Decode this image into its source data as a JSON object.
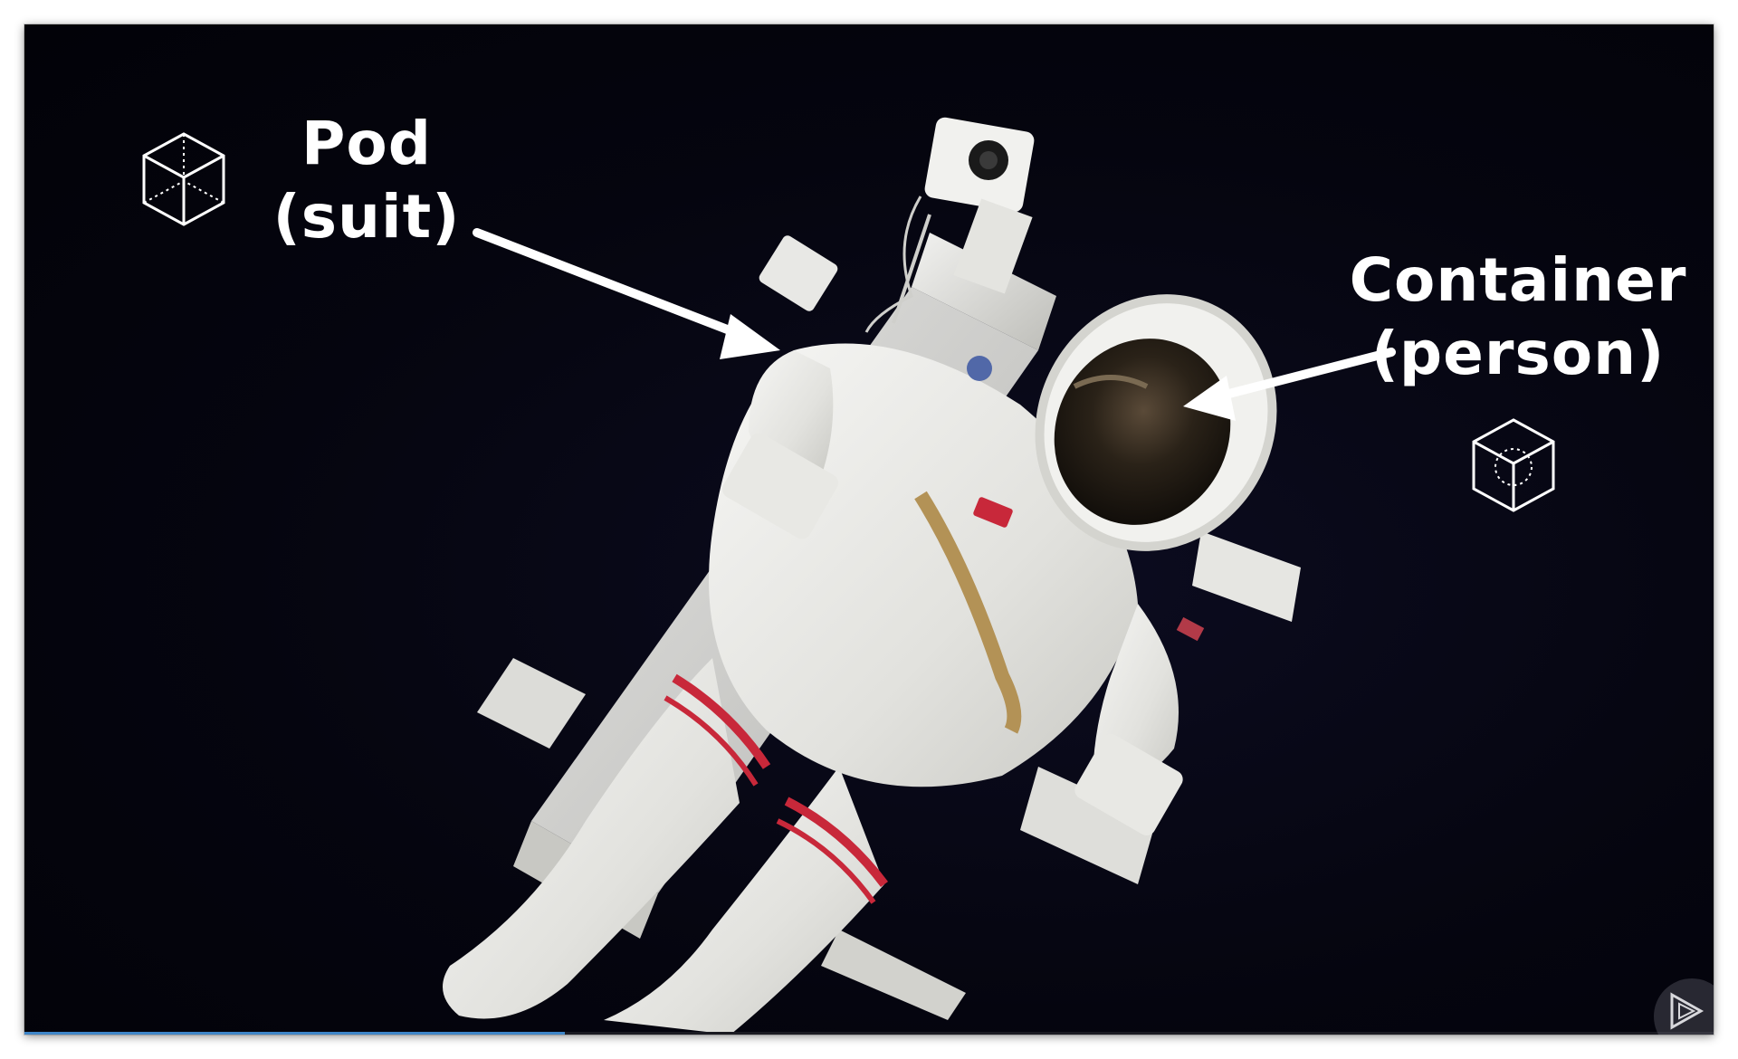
{
  "slide": {
    "pod_label": {
      "line1": "Pod",
      "line2": "(suit)"
    },
    "container_label": {
      "line1": "Container",
      "line2": "(person)"
    },
    "icons": {
      "pod": "pod-cube-icon",
      "container": "container-cube-icon",
      "player": "play-logo-icon"
    }
  },
  "player": {
    "progress": 0.32,
    "accent_color": "#3f86c9"
  },
  "colors": {
    "background": "#040410",
    "text": "#ffffff",
    "suit": "#ececea",
    "suit_stripe": "#c8283a"
  }
}
